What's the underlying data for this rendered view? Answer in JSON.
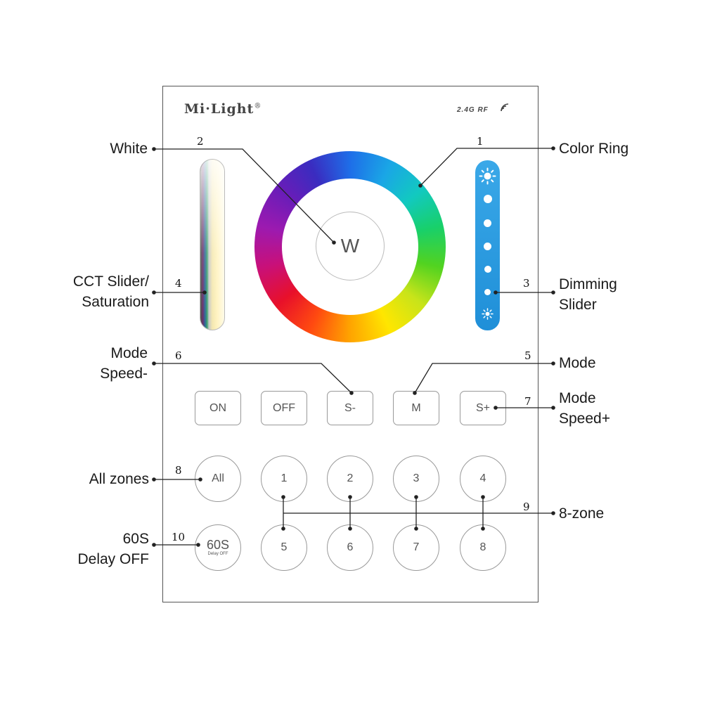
{
  "panel": {
    "brand": "Mi·Light",
    "brand_mark": "®",
    "rf_label": "2.4G RF"
  },
  "center_button": {
    "label": "W"
  },
  "mode_buttons": [
    {
      "id": "on",
      "label": "ON"
    },
    {
      "id": "off",
      "label": "OFF"
    },
    {
      "id": "speed-minus",
      "label": "S-"
    },
    {
      "id": "mode",
      "label": "M"
    },
    {
      "id": "speed-plus",
      "label": "S+"
    }
  ],
  "zone_buttons": {
    "all": "All",
    "top_row": [
      "1",
      "2",
      "3",
      "4"
    ],
    "bottom_row": [
      "5",
      "6",
      "7",
      "8"
    ],
    "delay_main": "60S",
    "delay_sub": "Delay OFF"
  },
  "callouts": [
    {
      "number": "1",
      "label": "Color Ring"
    },
    {
      "number": "2",
      "label": "White"
    },
    {
      "number": "3",
      "label_lines": [
        "Dimming",
        "Slider"
      ]
    },
    {
      "number": "4",
      "label_lines": [
        "CCT Slider/",
        "Saturation"
      ]
    },
    {
      "number": "5",
      "label": "Mode"
    },
    {
      "number": "6",
      "label_lines": [
        "Mode",
        "Speed-"
      ]
    },
    {
      "number": "7",
      "label_lines": [
        "Mode",
        "Speed+"
      ]
    },
    {
      "number": "8",
      "label": "All zones"
    },
    {
      "number": "9",
      "label": "8-zone"
    },
    {
      "number": "10",
      "label_lines": [
        "60S",
        "Delay OFF"
      ]
    }
  ],
  "colors": {
    "dimming_slider": "#2596dc",
    "frame": "#555555",
    "button_border": "#999999"
  },
  "icons": [
    "sun-icon-large",
    "sun-icon-small",
    "rf-signal-icon"
  ]
}
